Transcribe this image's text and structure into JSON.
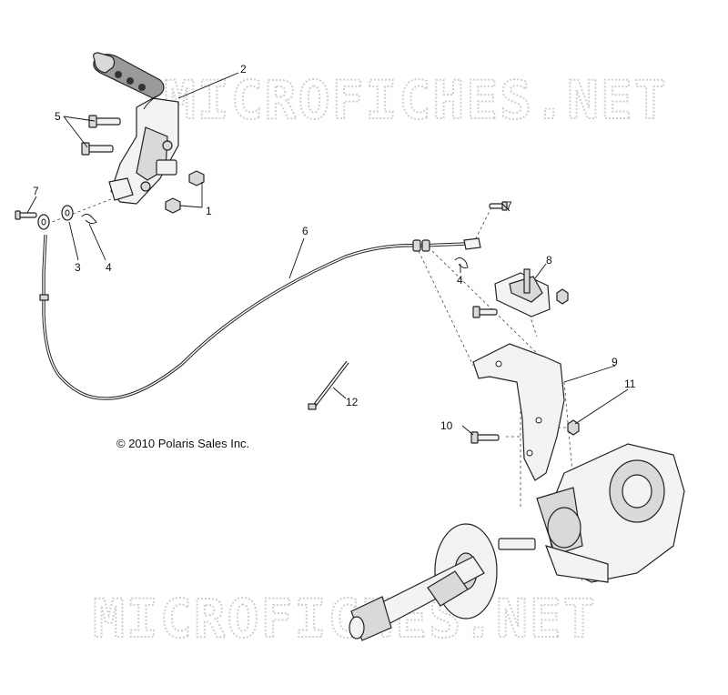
{
  "watermarks": {
    "top": "MICROFICHES.NET",
    "bottom": "MICROFICHES.NET"
  },
  "copyright": "© 2010 Polaris Sales Inc.",
  "callouts": {
    "c1": "1",
    "c2": "2",
    "c3": "3",
    "c4a": "4",
    "c4b": "4",
    "c5": "5",
    "c6": "6",
    "c7a": "7",
    "c7b": "7",
    "c8": "8",
    "c9": "9",
    "c10": "10",
    "c11": "11",
    "c12": "12"
  }
}
